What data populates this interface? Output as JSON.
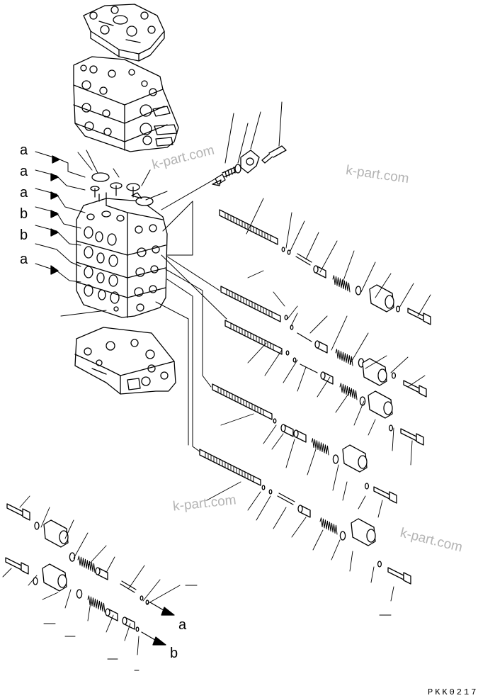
{
  "port_labels_left": [
    "a",
    "a",
    "a",
    "b",
    "b",
    "a"
  ],
  "bottom_arrow_labels": [
    "a",
    "b"
  ],
  "watermarks": [
    "k-part.com",
    "k-part.com",
    "k-part.com",
    "k-part.com"
  ],
  "drawing_code": "PKK0217",
  "colors": {
    "line": "#000000",
    "watermark": "#9a9a9a",
    "background": "#ffffff"
  }
}
